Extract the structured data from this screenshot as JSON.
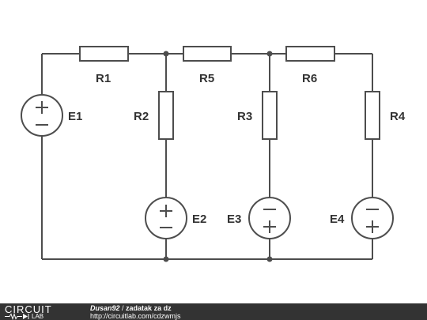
{
  "components": {
    "R1": "R1",
    "R2": "R2",
    "R3": "R3",
    "R4": "R4",
    "R5": "R5",
    "R6": "R6",
    "E1": "E1",
    "E2": "E2",
    "E3": "E3",
    "E4": "E4"
  },
  "footer": {
    "logo_top": "CIRCUIT",
    "logo_bottom": "LAB",
    "author": "Dusan92",
    "separator": " / ",
    "title": "zadatak za dz",
    "url": "http://circuitlab.com/cdzwmjs"
  }
}
